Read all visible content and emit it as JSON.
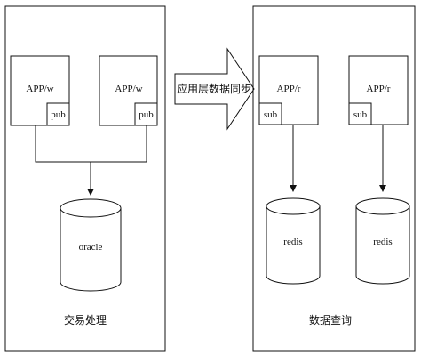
{
  "diagram": {
    "transaction_panel": {
      "caption": "交易处理",
      "writers": [
        {
          "app_label": "APP/w",
          "port_label": "pub"
        },
        {
          "app_label": "APP/w",
          "port_label": "pub"
        }
      ],
      "database": {
        "label": "oracle"
      }
    },
    "sync_arrow": {
      "label": "应用层数据同步"
    },
    "query_panel": {
      "caption": "数据查询",
      "readers": [
        {
          "app_label": "APP/r",
          "port_label": "sub"
        },
        {
          "app_label": "APP/r",
          "port_label": "sub"
        }
      ],
      "caches": [
        {
          "label": "redis"
        },
        {
          "label": "redis"
        }
      ]
    }
  }
}
